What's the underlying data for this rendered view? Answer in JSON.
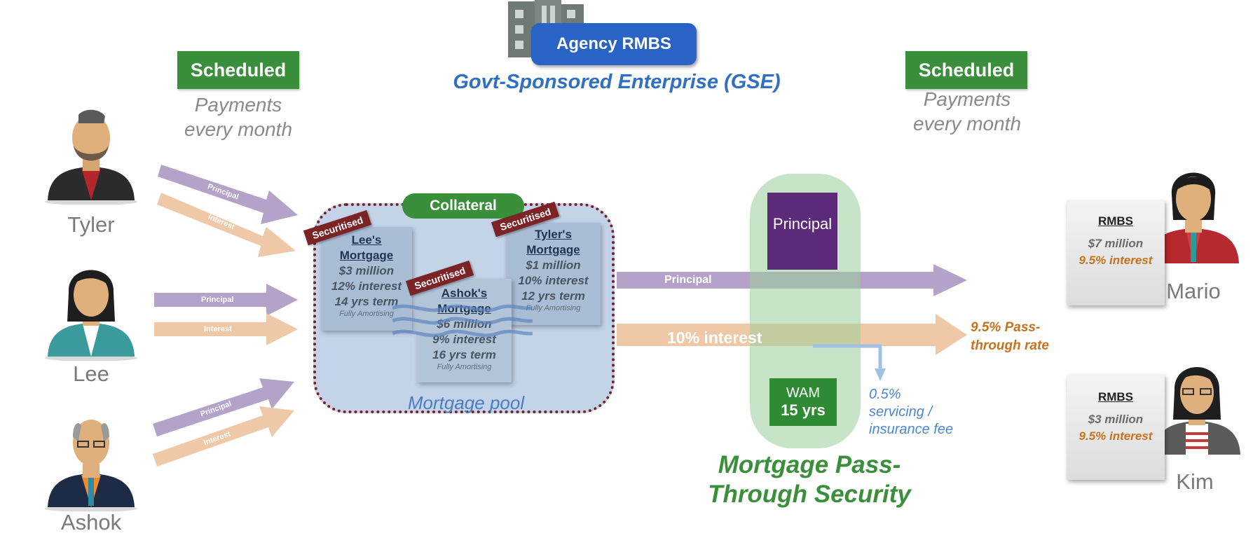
{
  "header": {
    "agency_label": "Agency RMBS",
    "gse_label": "Govt-Sponsored Enterprise (GSE)"
  },
  "schedule_left": {
    "badge": "Scheduled",
    "line1": "Payments",
    "line2": "every month"
  },
  "schedule_right": {
    "badge": "Scheduled",
    "line1": "Payments",
    "line2": "every month"
  },
  "borrowers": [
    {
      "name": "Tyler",
      "principal_label": "Principal",
      "interest_label": "Interest"
    },
    {
      "name": "Lee",
      "principal_label": "Principal",
      "interest_label": "Interest"
    },
    {
      "name": "Ashok",
      "principal_label": "Principal",
      "interest_label": "Interest"
    }
  ],
  "pool": {
    "collateral_label": "Collateral",
    "pool_label": "Mortgage pool",
    "stamp": "Securitised",
    "mortgages": [
      {
        "name1": "Lee's",
        "name2": "Mortgage",
        "amount": "$3 million",
        "rate": "12% interest",
        "term": "14 yrs term",
        "note": "Fully Amortising"
      },
      {
        "name1": "Ashok's",
        "name2": "Mortgage",
        "amount": "$6 million",
        "rate": "9% interest",
        "term": "16 yrs term",
        "note": "Fully Amortising"
      },
      {
        "name1": "Tyler's",
        "name2": "Mortgage",
        "amount": "$1 million",
        "rate": "10% interest",
        "term": "12 yrs term",
        "note": "Fully Amortising"
      }
    ]
  },
  "flows": {
    "principal_label": "Principal",
    "interest_label": "10% interest",
    "pass_through_line1": "9.5% Pass-",
    "pass_through_line2": "through rate",
    "fee_line1": "0.5%",
    "fee_line2": "servicing /",
    "fee_line3": "insurance fee"
  },
  "security": {
    "principal_box": "Principal",
    "wam_label": "WAM",
    "wam_value": "15 yrs",
    "title_line1": "Mortgage Pass-",
    "title_line2": "Through Security"
  },
  "investors": [
    {
      "name": "Mario",
      "card_title": "RMBS",
      "amount": "$7 million",
      "rate": "9.5% interest"
    },
    {
      "name": "Kim",
      "card_title": "RMBS",
      "amount": "$3 million",
      "rate": "9.5% interest"
    }
  ],
  "colors": {
    "principal_arrow": "#b4a2c9",
    "interest_arrow": "#efc9a7",
    "green": "#3a8f3a",
    "blue_label": "#2f6fc4",
    "burgundy": "#7c2326",
    "purple_box": "#5b2a78",
    "orange_text": "#c7721c"
  }
}
